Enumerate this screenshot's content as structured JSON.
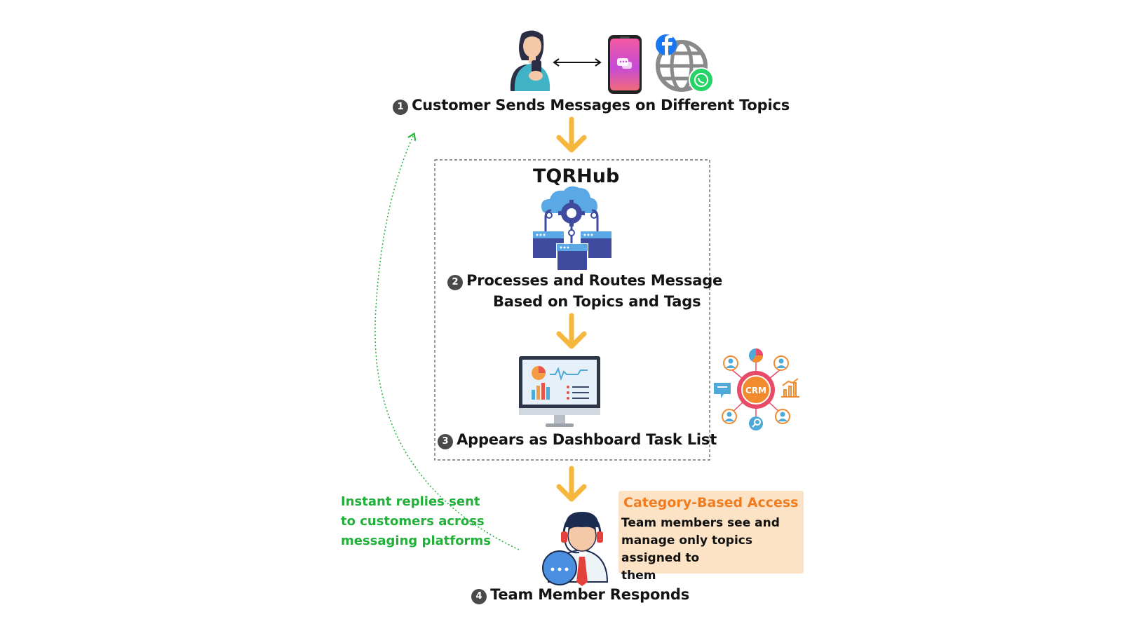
{
  "step1": {
    "number": "1",
    "title": "Customer Sends Messages on Different Topics"
  },
  "hub": {
    "title": "TQRHub"
  },
  "step2": {
    "number": "2",
    "line1": "Processes and Routes Message",
    "line2": "Based on Topics and Tags"
  },
  "step3": {
    "number": "3",
    "title": "Appears as Dashboard Task List"
  },
  "step4": {
    "number": "4",
    "title": "Team Member Responds"
  },
  "crm": {
    "label": "CRM"
  },
  "note": {
    "line1": "Instant replies sent",
    "line2": "to customers across",
    "line3": "messaging platforms"
  },
  "callout": {
    "title": "Category-Based Access",
    "line1": "Team members see and",
    "line2": "manage only topics assigned to",
    "line3": "them"
  },
  "icons": {
    "customer": "person-using-phone-icon",
    "phone": "smartphone-chat-icon",
    "web": "globe-facebook-whatsapp-icon",
    "hub": "cloud-gear-servers-icon",
    "dashboard": "monitor-analytics-icon",
    "crm": "crm-network-icon",
    "agent": "support-agent-headset-icon"
  },
  "colors": {
    "arrow": "#f5b83d",
    "note": "#22b03a",
    "callout_bg": "#fde3c5",
    "callout_title": "#f07c20",
    "hub": "#3e4b9e"
  }
}
